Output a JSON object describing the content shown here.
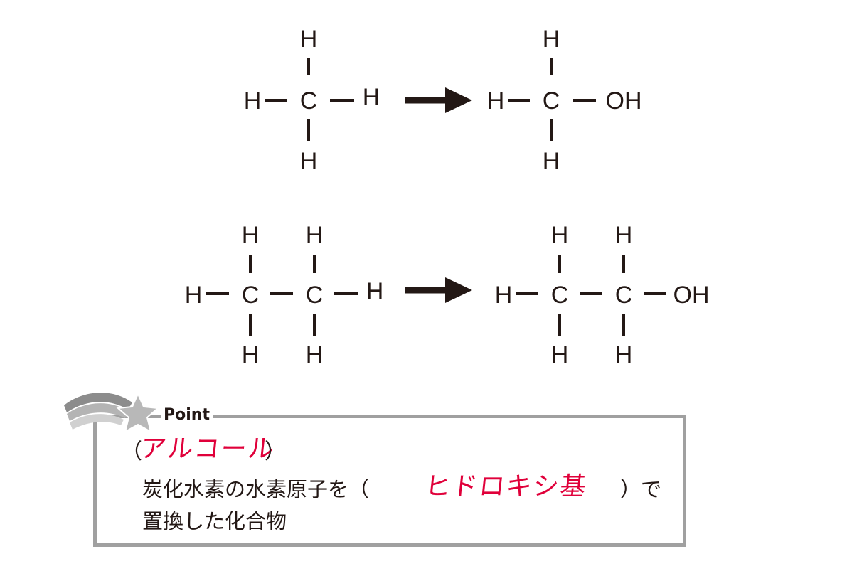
{
  "reactions": [
    {
      "reactant": {
        "H_top": "H",
        "H_left": "H",
        "C": "C",
        "H_right": "H",
        "H_bottom": "H"
      },
      "product": {
        "H_top": "H",
        "H_left": "H",
        "C": "C",
        "OH": "OH",
        "H_bottom": "H"
      }
    },
    {
      "reactant": {
        "H_top1": "H",
        "H_top2": "H",
        "H_left": "H",
        "C1": "C",
        "C2": "C",
        "H_right": "H",
        "H_bottom1": "H",
        "H_bottom2": "H"
      },
      "product": {
        "H_top1": "H",
        "H_top2": "H",
        "H_left": "H",
        "C1": "C",
        "C2": "C",
        "OH": "OH",
        "H_bottom1": "H",
        "H_bottom2": "H"
      }
    }
  ],
  "point": {
    "label": "Point",
    "open_paren": "（",
    "answer1": "アルコール",
    "close_paren": "）",
    "line1_prefix": "炭化水素の水素原子を（",
    "answer2": "ヒドロキシ基",
    "line1_suffix": "）で",
    "line2": "置換した化合物"
  },
  "colors": {
    "text": "#231815",
    "handwriting": "#e0003a",
    "frame": "#a0a0a0"
  }
}
